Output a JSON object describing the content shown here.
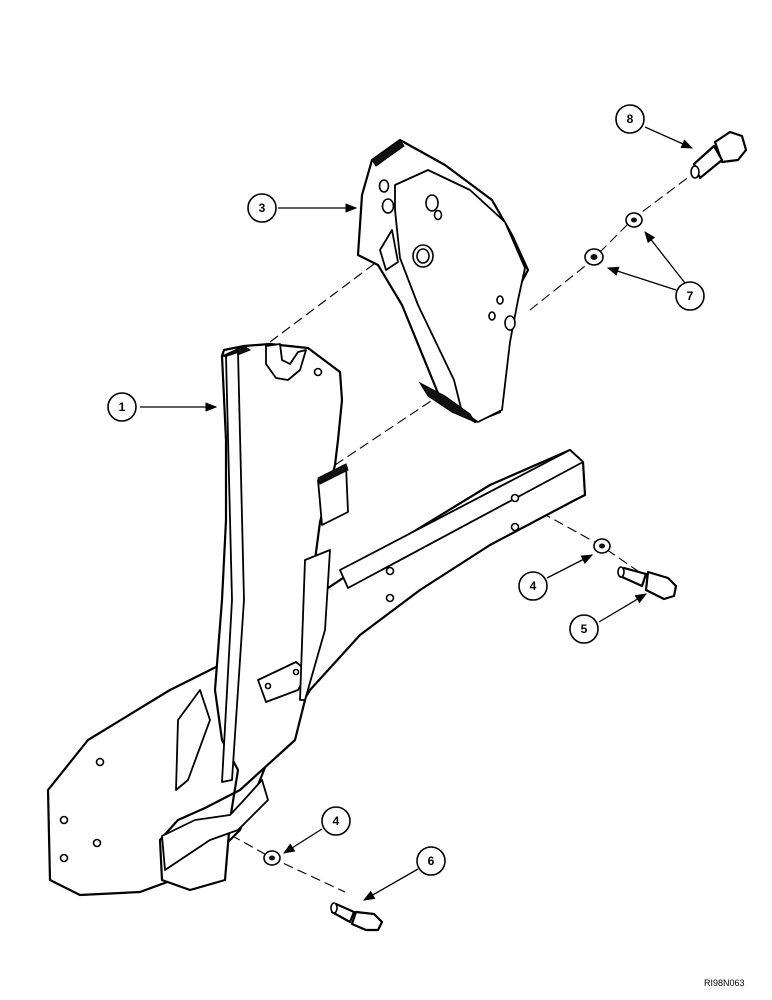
{
  "callouts": [
    {
      "label": "1"
    },
    {
      "label": "3"
    },
    {
      "label": "4"
    },
    {
      "label": "4"
    },
    {
      "label": "5"
    },
    {
      "label": "6"
    },
    {
      "label": "7"
    },
    {
      "label": "8"
    }
  ],
  "figure_ref": "RI98N063"
}
